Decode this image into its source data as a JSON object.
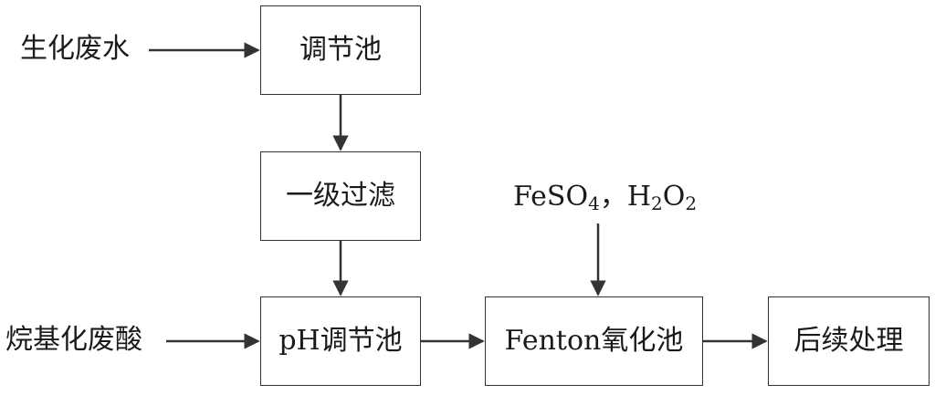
{
  "nodes": {
    "tiaojie": "调节池",
    "filter": "一级过滤",
    "ph": "pH调节池",
    "fenton": "Fenton氧化池",
    "post": "后续处理"
  },
  "inputs": {
    "wastewater": "生化废水",
    "acid": "烷基化废酸",
    "reagent": {
      "fe": "FeSO",
      "fe_sub": "4",
      "sep": "，",
      "h": "H",
      "h_sub": "2",
      "o": "O",
      "o_sub": "2"
    }
  },
  "colors": {
    "stroke": "#333333",
    "text": "#1a1a1a"
  }
}
